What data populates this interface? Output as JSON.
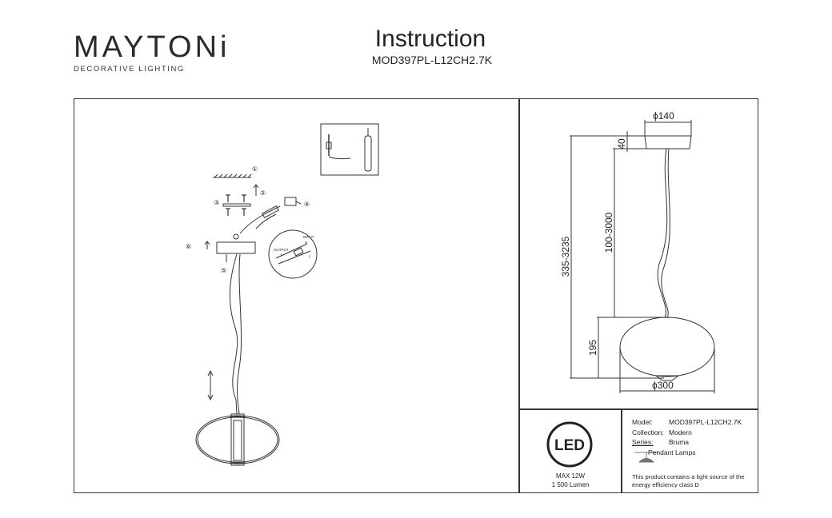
{
  "brand": {
    "name": "MAYTONi",
    "tagline": "DECORATIVE LIGHTING"
  },
  "header": {
    "title": "Instruction",
    "model": "MOD397PL-L12CH2.7K"
  },
  "steps": [
    "①",
    "②",
    "③",
    "④",
    "⑤",
    "⑥"
  ],
  "wiring": {
    "input": "INPUT",
    "output": "OUTPUT",
    "n": "N",
    "l": "L",
    "plus": "+",
    "minus": "-"
  },
  "dimensions": {
    "canopy_diameter": "ϕ140",
    "canopy_height": "40",
    "cable_length": "100-3000",
    "total_height": "335-3235",
    "shade_height": "195",
    "shade_diameter": "ϕ300"
  },
  "led": {
    "label": "LED",
    "max_power": "MAX 12W",
    "lumen": "1 500 Lumen"
  },
  "specs": {
    "model_label": "Model:",
    "model_value": "MOD397PL-L12CH2.7K",
    "collection_label": "Collection:",
    "collection_value": "Modern",
    "series_label": "Series:",
    "series_value": "Bruma",
    "type_value": "Pendant Lamps"
  },
  "energy_note": "This product contains a light source of the energy efficiency class D"
}
